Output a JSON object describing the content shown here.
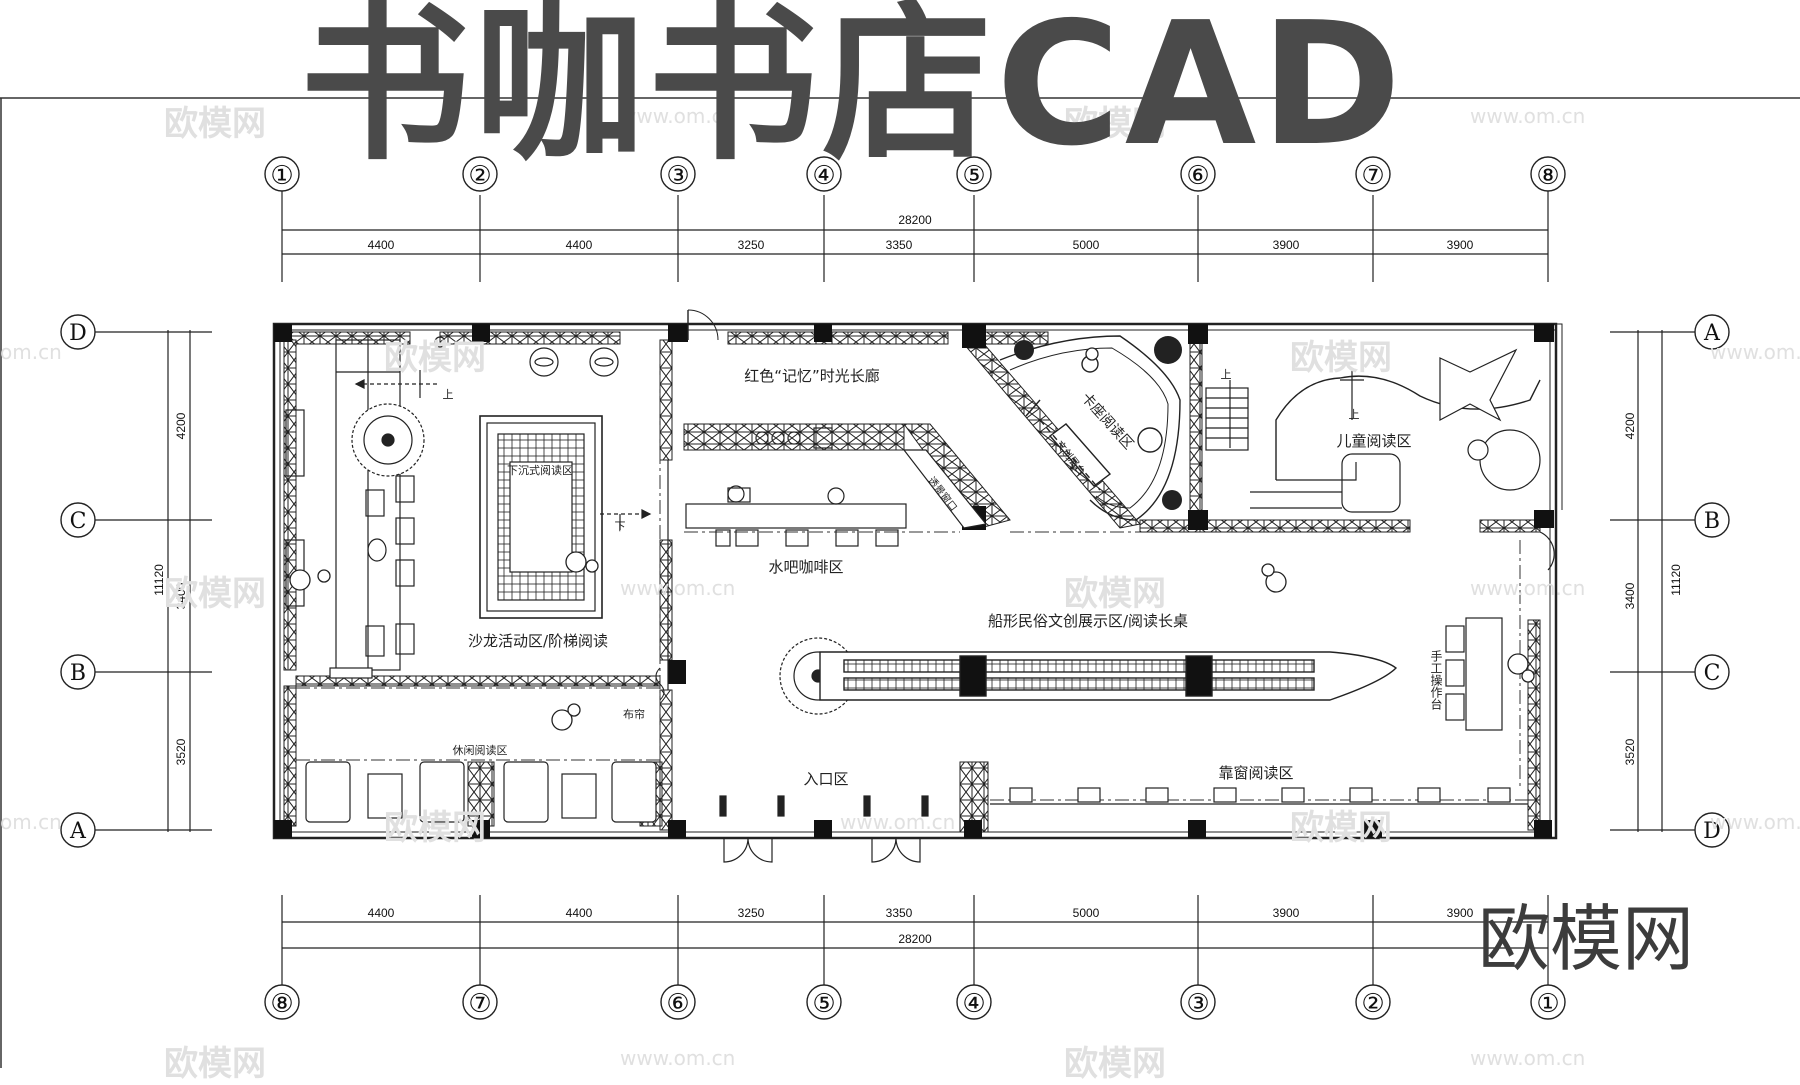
{
  "title": "书咖书店CAD",
  "brand": "欧模网",
  "watermarks": {
    "logo": "欧模网",
    "url": "www.om.cn",
    "domain": "om.cn"
  },
  "dimensions": {
    "total": "28200",
    "top_segments": [
      "4400",
      "4400",
      "3250",
      "3350",
      "5000",
      "3900",
      "3900"
    ],
    "bottom_segments": [
      "4400",
      "4400",
      "3250",
      "3350",
      "5000",
      "3900",
      "3900"
    ],
    "left_total": "11120",
    "left_segments": [
      "4200",
      "3400",
      "3520"
    ],
    "right_total": "11120",
    "right_segments": [
      "4200",
      "3400",
      "3520"
    ]
  },
  "axes": {
    "top": [
      "①",
      "②",
      "③",
      "④",
      "⑤",
      "⑥",
      "⑦",
      "⑧"
    ],
    "bottom": [
      "⑧",
      "⑦",
      "⑥",
      "⑤",
      "④",
      "③",
      "②",
      "①"
    ],
    "left": [
      "D",
      "C",
      "B",
      "A"
    ],
    "right": [
      "A",
      "B",
      "C",
      "D"
    ]
  },
  "rooms": {
    "corridor": "红色“记忆”时光长廊",
    "sunken": "下沉式阅读区",
    "salon": "沙龙活动区/阶梯阅读",
    "water_bar": "水吧咖啡区",
    "card_seat": "卡座阅读区",
    "creative_display": "文创展台",
    "transparent_window": "透景窗口",
    "children": "儿童阅读区",
    "boat": "船形民俗文创展示区/阅读长桌",
    "handcraft": "手工操作台",
    "leisure": "休闲阅读区",
    "curtain": "布帘",
    "entrance": "入口区",
    "window_reading": "靠窗阅读区"
  },
  "annotations": {
    "up": "上",
    "down": "下"
  }
}
